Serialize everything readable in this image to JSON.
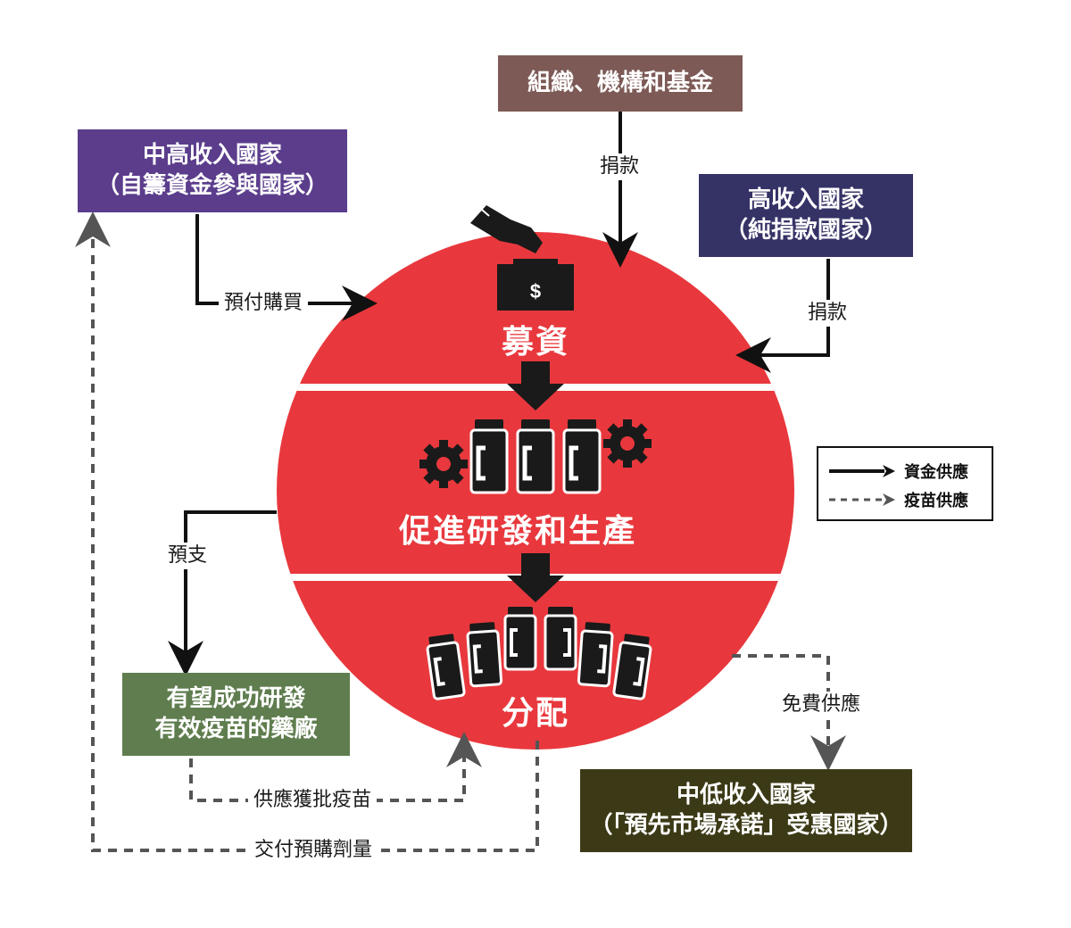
{
  "nodes": {
    "orgs": {
      "text": "組織、機構和基金",
      "color": "#7d5a56"
    },
    "upper_middle": {
      "line1": "中高收入國家",
      "line2": "（自籌資金參與國家）",
      "color": "#5b3d8c"
    },
    "high_income": {
      "line1": "高收入國家",
      "line2": "（純捐款國家）",
      "color": "#353266"
    },
    "manufacturers": {
      "line1": "有望成功研發",
      "line2": "有效疫苗的藥廠",
      "color": "#5f7d4e"
    },
    "lower_income": {
      "line1": "中低收入國家",
      "line2": "（「預先市場承諾」受惠國家）",
      "color": "#3c3a16"
    }
  },
  "stages": {
    "fundraise": "募資",
    "rnd": "促進研發和生產",
    "distribute": "分配",
    "circle_color": "#e8383d"
  },
  "edge_labels": {
    "donate_top": "捐款",
    "donate_right": "捐款",
    "prepay": "預付購買",
    "advance": "預支",
    "free_supply": "免費供應",
    "supply_approved": "供應獲批疫苗",
    "deliver": "交付預購劑量"
  },
  "legend": {
    "funding": "資金供應",
    "vaccine": "疫苗供應"
  },
  "icons": {
    "dollar": "$"
  }
}
